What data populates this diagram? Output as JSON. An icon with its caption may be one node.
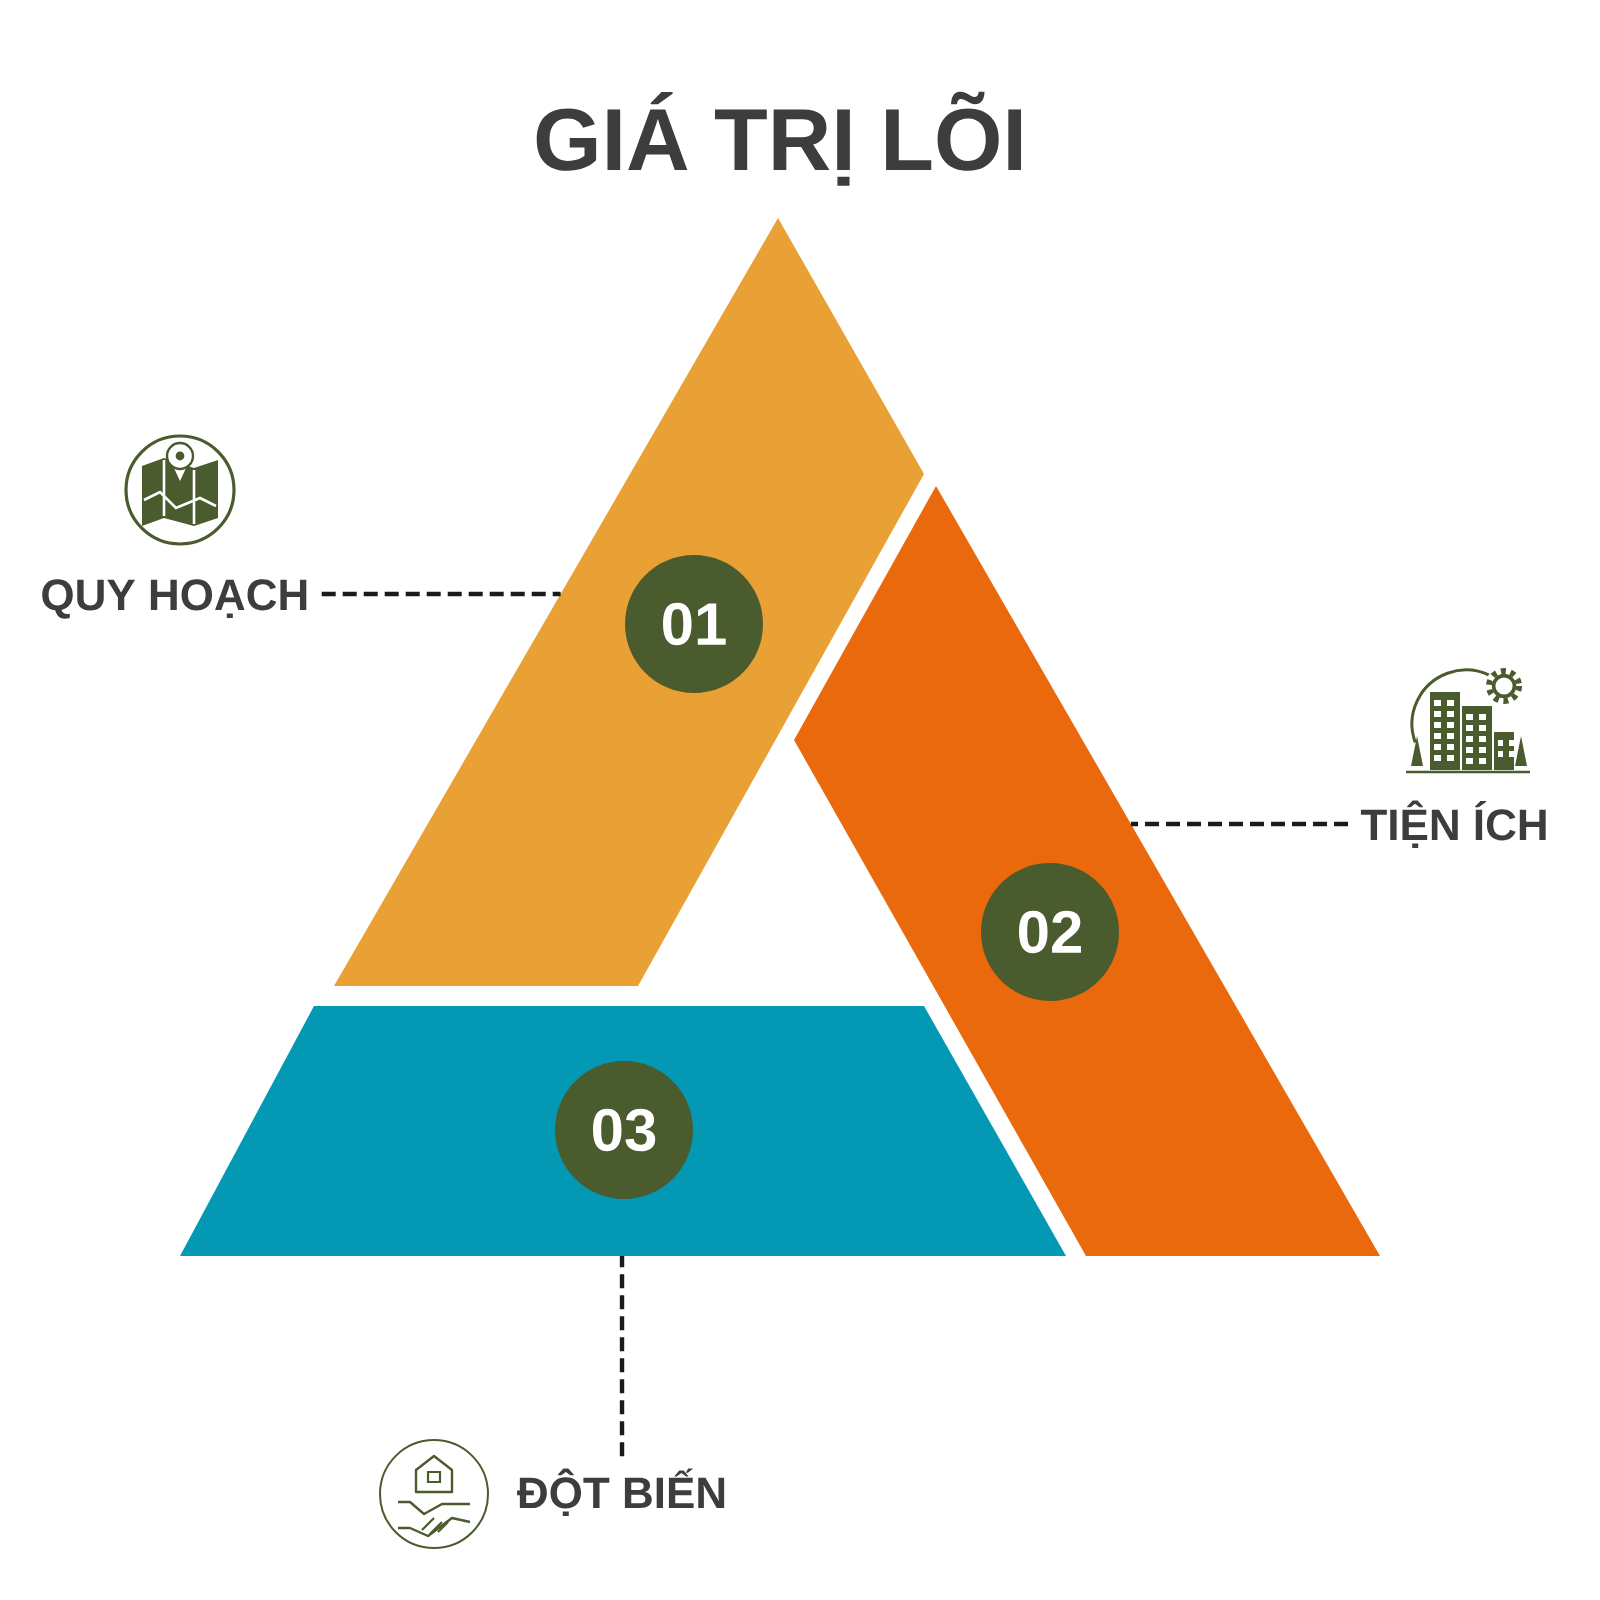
{
  "diagram": {
    "title": "GIÁ TRỊ LÕI",
    "nodes": [
      {
        "text": [
          "01"
        ]
      },
      {
        "text": [
          "02"
        ]
      },
      {
        "text": [
          "03"
        ]
      },
      {
        "text": [
          "QUY HOẠCH"
        ]
      },
      {
        "text": [
          "TIỆN ÍCH"
        ]
      },
      {
        "text": [
          "ĐỘT BIẾN"
        ]
      }
    ],
    "edges": [
      {
        "from": 3,
        "to": 0,
        "arrow": "none",
        "style": "dashed"
      },
      {
        "from": 4,
        "to": 1,
        "arrow": "none",
        "style": "dashed"
      },
      {
        "from": 5,
        "to": 2,
        "arrow": "none",
        "style": "dashed"
      }
    ]
  }
}
